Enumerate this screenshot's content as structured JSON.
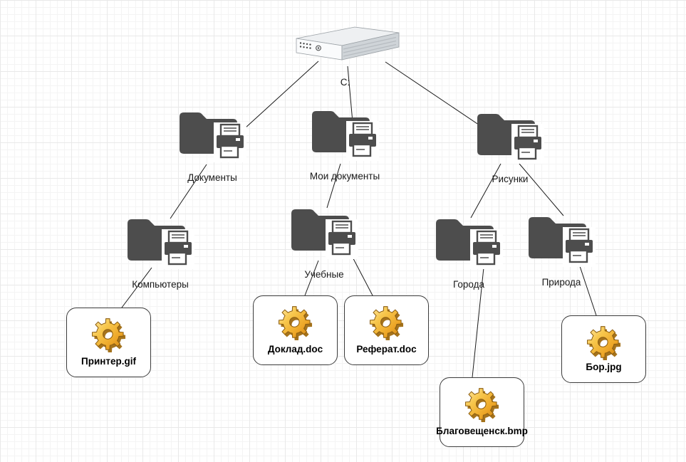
{
  "diagram": {
    "root": {
      "id": "c-drive",
      "label": "C:",
      "icon": "network-server-icon"
    },
    "folders": [
      {
        "id": "dokumenty",
        "label": "Документы",
        "parent": "c-drive"
      },
      {
        "id": "moi-dokumenty",
        "label": "Мои документы",
        "parent": "c-drive"
      },
      {
        "id": "risunki",
        "label": "Рисунки",
        "parent": "c-drive"
      },
      {
        "id": "kompyutery",
        "label": "Компьютеры",
        "parent": "dokumenty"
      },
      {
        "id": "uchebnye",
        "label": "Учебные",
        "parent": "moi-dokumenty"
      },
      {
        "id": "goroda",
        "label": "Города",
        "parent": "risunki"
      },
      {
        "id": "priroda",
        "label": "Природа",
        "parent": "risunki"
      }
    ],
    "files": [
      {
        "id": "printer-gif",
        "label": "Принтер.gif",
        "parent": "kompyutery"
      },
      {
        "id": "doklad-doc",
        "label": "Доклад.doc",
        "parent": "uchebnye"
      },
      {
        "id": "referat-doc",
        "label": "Реферат.doc",
        "parent": "uchebnye"
      },
      {
        "id": "blagoveshchensk-bmp",
        "label": "Благовещенск.bmp",
        "parent": "goroda"
      },
      {
        "id": "bor-jpg",
        "label": "Бор.jpg",
        "parent": "priroda"
      }
    ],
    "icons": {
      "root": "network-server-icon",
      "folder": "folder-printer-icon",
      "file": "gear-icon"
    },
    "colors": {
      "folder_fill": "#4d4d4d",
      "gear_gold": "#efa921",
      "edge": "#1a1a1a",
      "file_border": "#3b3b3b",
      "background": "#ffffff",
      "grid_minor": "#f4f4f4",
      "grid_major": "#e9e9e9"
    }
  }
}
